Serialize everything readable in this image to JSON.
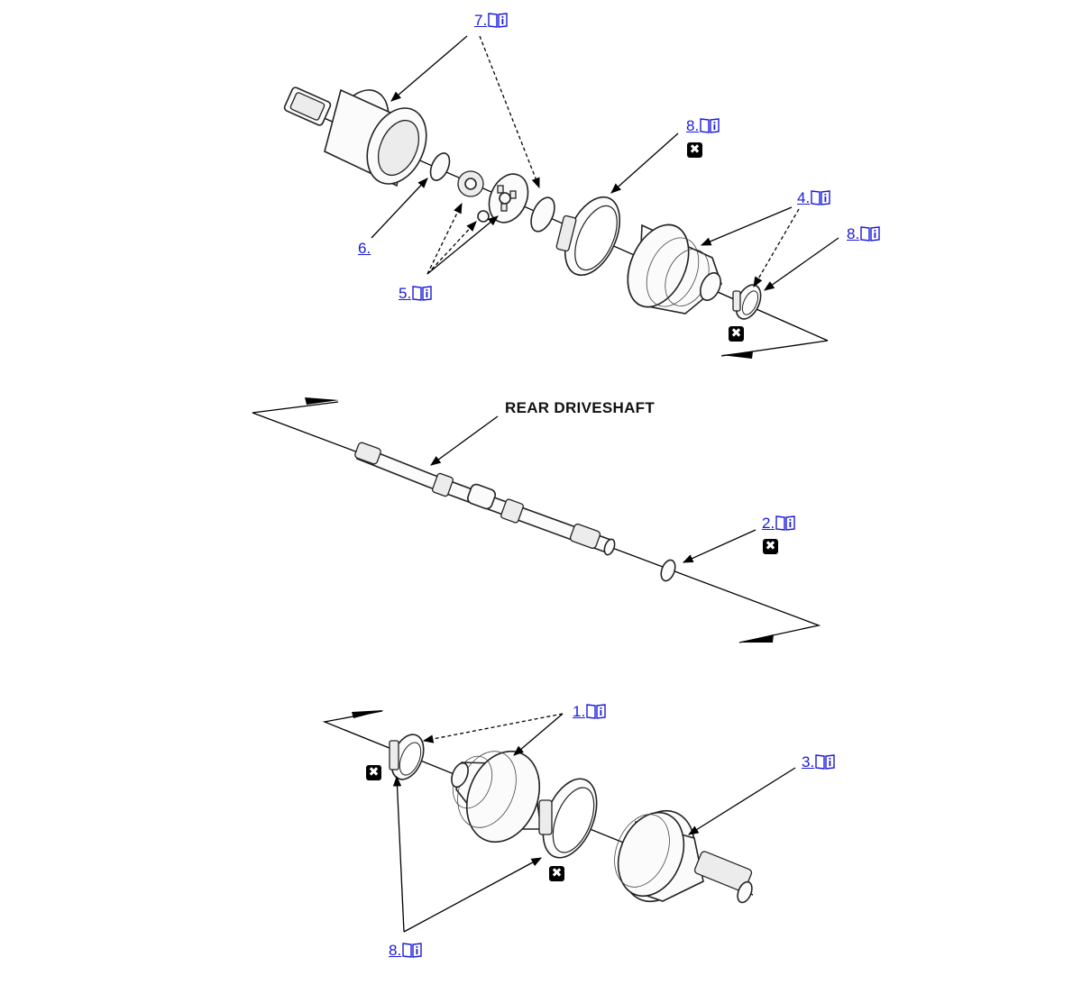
{
  "diagram": {
    "title": "REAR DRIVESHAFT",
    "callouts": [
      {
        "id": "c7",
        "label": "7.",
        "has_info_icon": true
      },
      {
        "id": "c8a",
        "label": "8.",
        "has_info_icon": true
      },
      {
        "id": "c4",
        "label": "4.",
        "has_info_icon": true
      },
      {
        "id": "c8b",
        "label": "8.",
        "has_info_icon": true
      },
      {
        "id": "c6",
        "label": "6.",
        "has_info_icon": false
      },
      {
        "id": "c5",
        "label": "5.",
        "has_info_icon": true
      },
      {
        "id": "c2",
        "label": "2.",
        "has_info_icon": true
      },
      {
        "id": "c1",
        "label": "1.",
        "has_info_icon": true
      },
      {
        "id": "c3",
        "label": "3.",
        "has_info_icon": true
      },
      {
        "id": "c8c",
        "label": "8.",
        "has_info_icon": true
      }
    ],
    "non_reusable_mark": "✖",
    "icons": {
      "info": "manual-info-icon",
      "non_reusable": "non-reusable-part-icon"
    },
    "link_color": "#1a1adb"
  }
}
